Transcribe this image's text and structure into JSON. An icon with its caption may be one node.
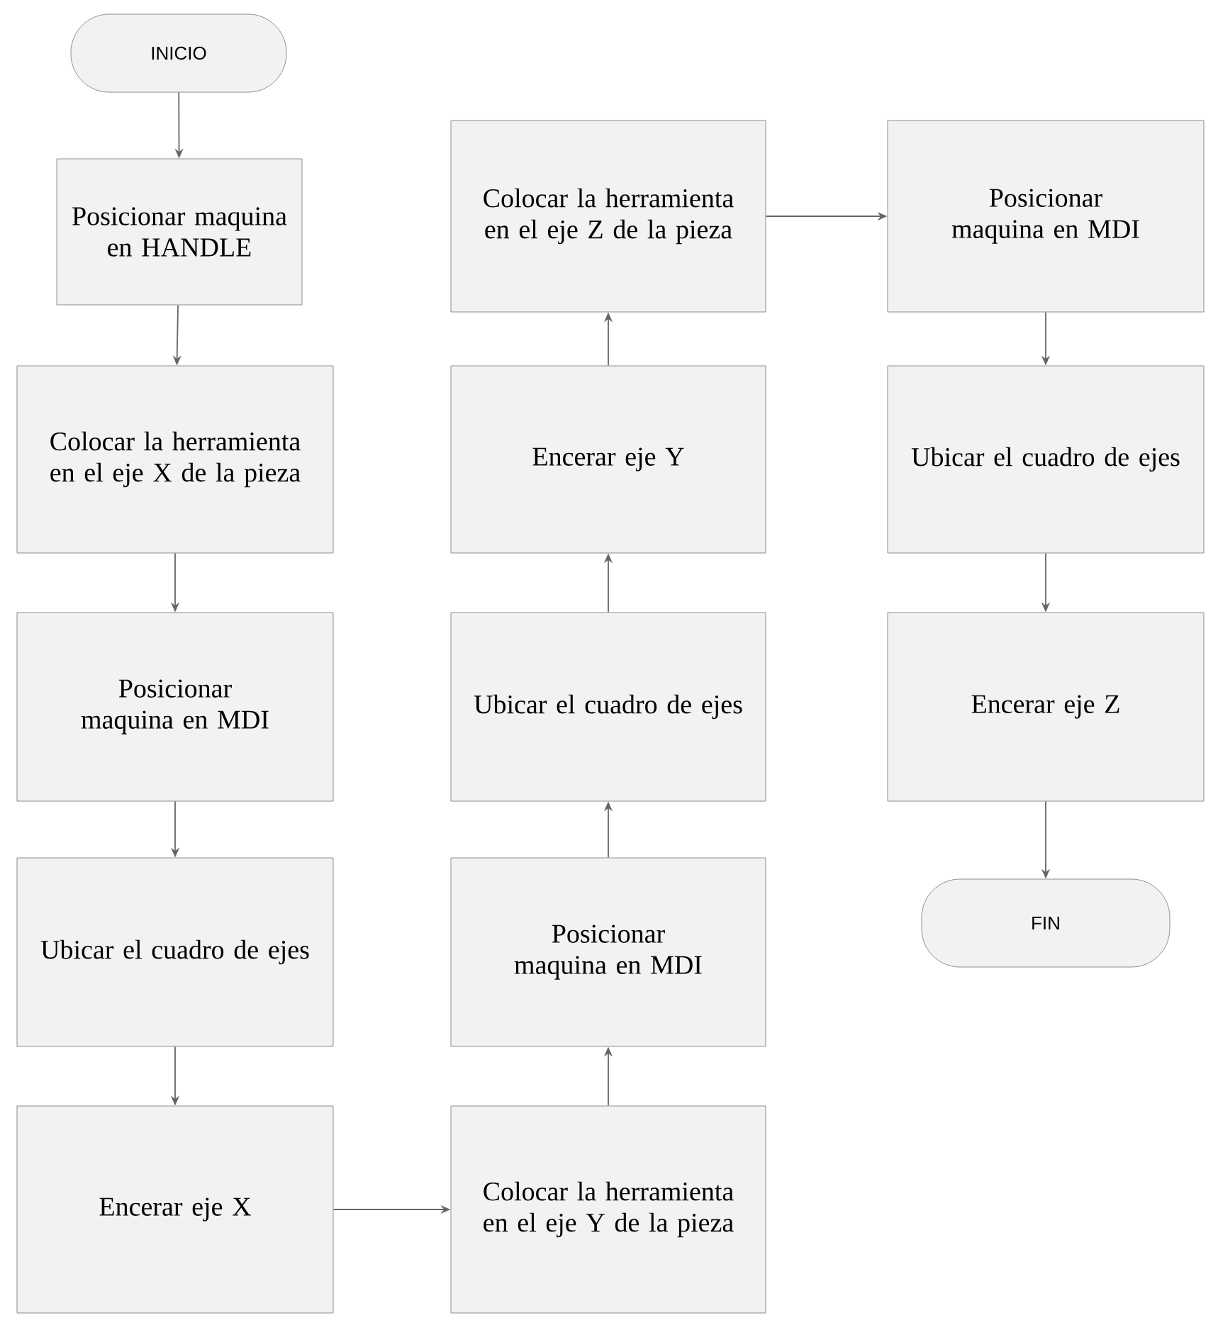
{
  "diagram": {
    "nodes": [
      {
        "text": [
          "INICIO"
        ]
      },
      {
        "text": [
          "Posicionar maquina en HANDLE"
        ]
      },
      {
        "text": [
          "Colocar la herramienta en el eje X de la pieza"
        ]
      },
      {
        "text": [
          "Posicionar maquina en MDI"
        ]
      },
      {
        "text": [
          "Ubicar el cuadro de ejes"
        ]
      },
      {
        "text": [
          "Encerar eje X"
        ]
      },
      {
        "text": [
          "Colocar la herramienta en el eje Y de la pieza"
        ]
      },
      {
        "text": [
          "Posicionar maquina en MDI"
        ]
      },
      {
        "text": [
          "Ubicar el cuadro de ejes"
        ]
      },
      {
        "text": [
          "Encerar eje Y"
        ]
      },
      {
        "text": [
          "Colocar la herramienta en el eje Z de la pieza"
        ]
      },
      {
        "text": [
          "Posicionar maquina en MDI"
        ]
      },
      {
        "text": [
          "Ubicar el cuadro de ejes"
        ]
      },
      {
        "text": [
          "Encerar eje Z"
        ]
      },
      {
        "text": [
          "FIN"
        ]
      }
    ],
    "edges": [
      {
        "from": 0,
        "to": 1,
        "arrow": "to"
      },
      {
        "from": 1,
        "to": 2,
        "arrow": "to"
      },
      {
        "from": 2,
        "to": 3,
        "arrow": "to"
      },
      {
        "from": 3,
        "to": 4,
        "arrow": "to"
      },
      {
        "from": 4,
        "to": 5,
        "arrow": "to"
      },
      {
        "from": 5,
        "to": 6,
        "arrow": "to"
      },
      {
        "from": 6,
        "to": 7,
        "arrow": "to"
      },
      {
        "from": 7,
        "to": 8,
        "arrow": "to"
      },
      {
        "from": 8,
        "to": 9,
        "arrow": "to"
      },
      {
        "from": 9,
        "to": 10,
        "arrow": "to"
      },
      {
        "from": 10,
        "to": 11,
        "arrow": "to"
      },
      {
        "from": 11,
        "to": 12,
        "arrow": "to"
      },
      {
        "from": 12,
        "to": 13,
        "arrow": "to"
      },
      {
        "from": 13,
        "to": 14,
        "arrow": "to"
      }
    ]
  }
}
